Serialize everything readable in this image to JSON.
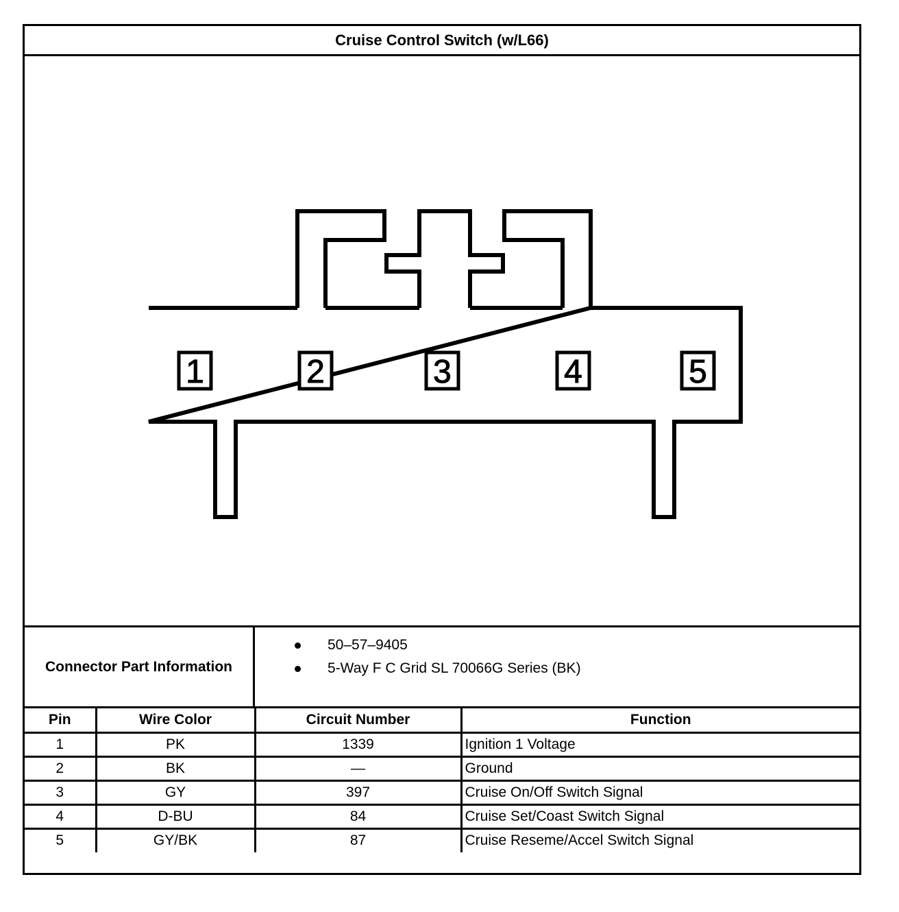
{
  "title": "Cruise Control Switch (w/L66)",
  "connector": {
    "pin_labels": [
      "1",
      "2",
      "3",
      "4",
      "5"
    ]
  },
  "connector_info": {
    "label": "Connector Part Information",
    "items": [
      "50–57–9405",
      "5-Way F C Grid SL 70066G Series (BK)"
    ]
  },
  "pin_table": {
    "headers": {
      "pin": "Pin",
      "wire_color": "Wire Color",
      "circuit_number": "Circuit Number",
      "function": "Function"
    },
    "rows": [
      {
        "pin": "1",
        "wire_color": "PK",
        "circuit_number": "1339",
        "function": "Ignition 1 Voltage"
      },
      {
        "pin": "2",
        "wire_color": "BK",
        "circuit_number": "—",
        "function": "Ground"
      },
      {
        "pin": "3",
        "wire_color": "GY",
        "circuit_number": "397",
        "function": "Cruise On/Off Switch Signal"
      },
      {
        "pin": "4",
        "wire_color": "D-BU",
        "circuit_number": "84",
        "function": "Cruise Set/Coast Switch Signal"
      },
      {
        "pin": "5",
        "wire_color": "GY/BK",
        "circuit_number": "87",
        "function": "Cruise Reseme/Accel Switch Signal"
      }
    ]
  }
}
